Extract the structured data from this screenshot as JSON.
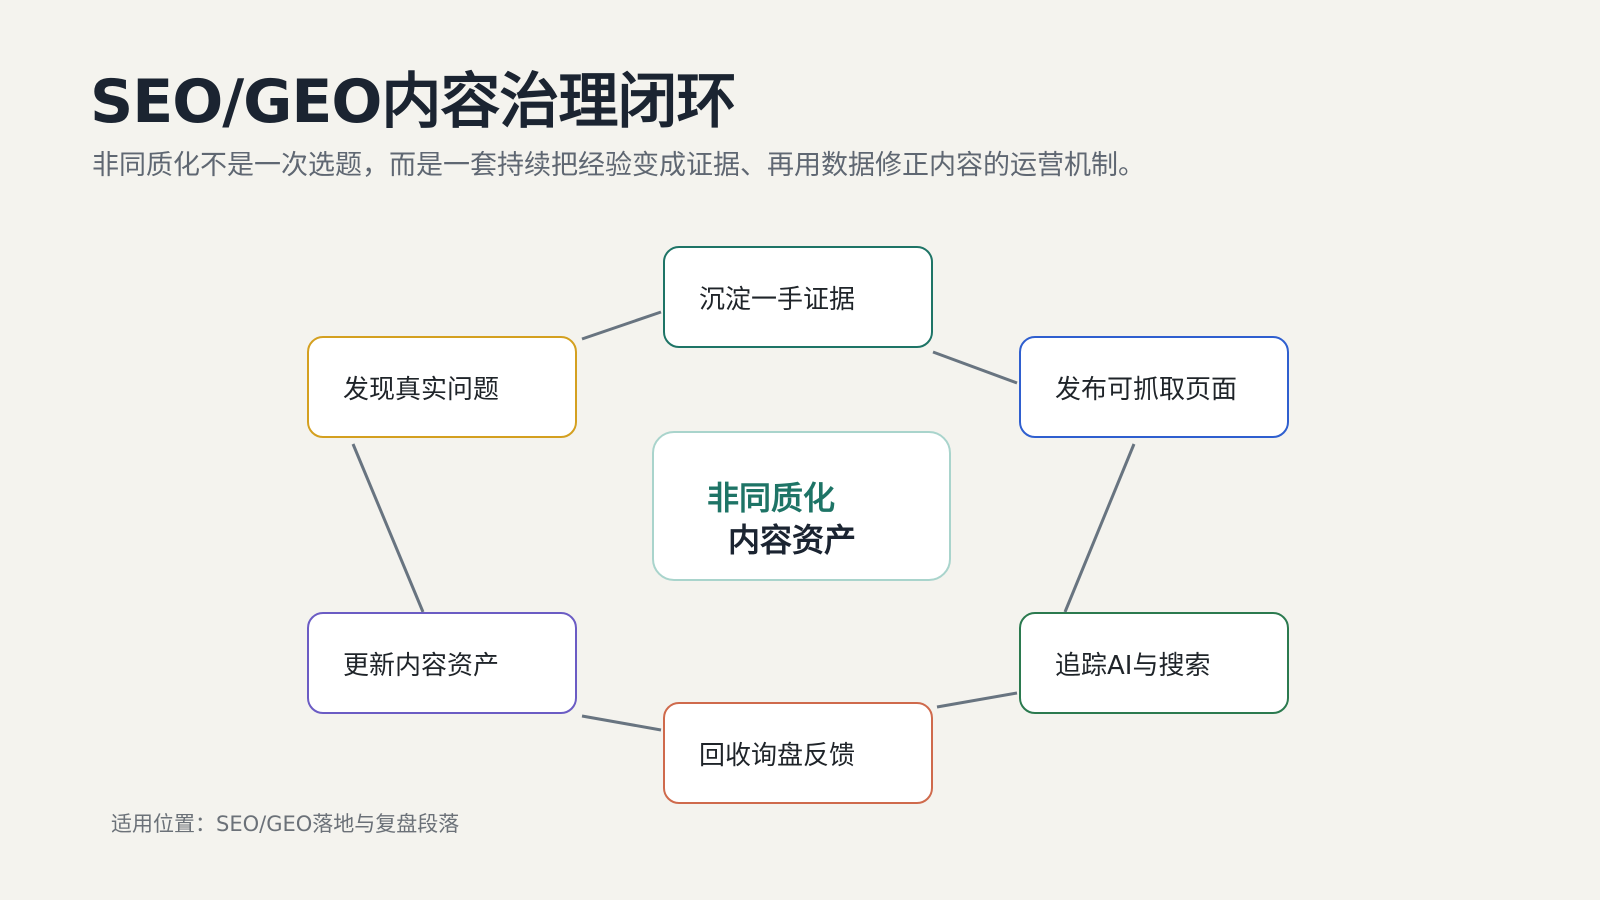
{
  "title": "SEO/GEO内容治理闭环",
  "subtitle": "非同质化不是一次选题，而是一套持续把经验变成证据、再用数据修正内容的运营机制。",
  "center": {
    "line1": "非同质化",
    "line2": "内容资产"
  },
  "nodes": [
    {
      "label": "沉淀一手证据",
      "color": "#1e7466"
    },
    {
      "label": "发布可抓取页面",
      "color": "#2f5fcf"
    },
    {
      "label": "追踪AI与搜索",
      "color": "#2b7a4f"
    },
    {
      "label": "回收询盘反馈",
      "color": "#cf6a4c"
    },
    {
      "label": "更新内容资产",
      "color": "#6b5cc4"
    },
    {
      "label": "发现真实问题",
      "color": "#d4a020"
    }
  ],
  "footnote": "适用位置：SEO/GEO落地与复盘段落"
}
